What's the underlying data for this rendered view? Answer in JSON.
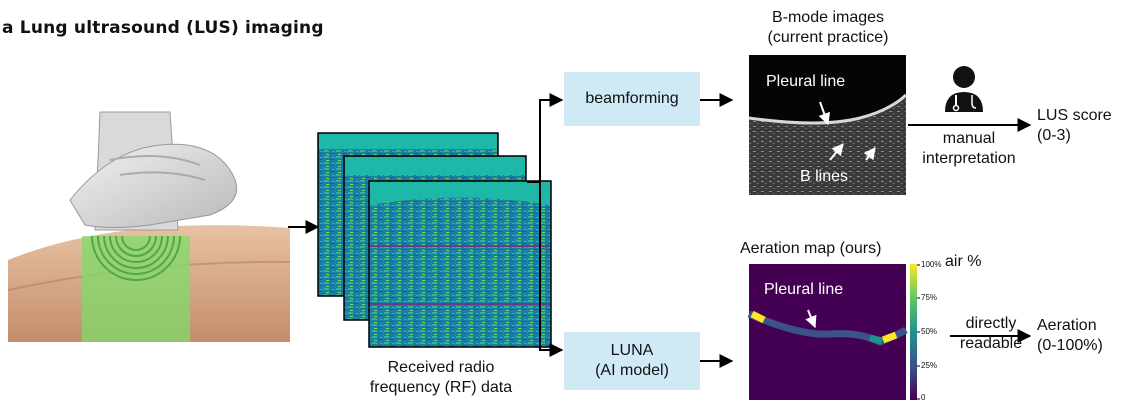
{
  "title": "a Lung ultrasound (LUS) imaging",
  "rf_data": {
    "caption_line1": "Received radio",
    "caption_line2": "frequency (RF) data"
  },
  "beamforming": {
    "label": "beamforming"
  },
  "luna": {
    "label_line1": "LUNA",
    "label_line2": "(AI model)"
  },
  "bmode": {
    "title_line1": "B-mode images",
    "title_line2": "(current practice)",
    "pleural_label": "Pleural line",
    "blines_label": "B lines"
  },
  "manual": {
    "label_line1": "manual",
    "label_line2": "interpretation"
  },
  "lus_score": {
    "line1": "LUS score",
    "line2": "(0-3)"
  },
  "aeration_map": {
    "title": "Aeration map (ours)",
    "pleural_label": "Pleural line",
    "colorbar_ticks": [
      "100%",
      "75%",
      "50%",
      "25%",
      "0"
    ],
    "colorbar_label": "air %"
  },
  "directly": {
    "label_line1": "directly",
    "label_line2": "readable"
  },
  "aeration_out": {
    "line1": "Aeration",
    "line2": "(0-100%)"
  },
  "colors": {
    "box_fill": "#cfe9f5",
    "rf_teal": "#1fb8a8",
    "viridis_dark": "#440154",
    "green_overlay": "#7ddc6a"
  }
}
